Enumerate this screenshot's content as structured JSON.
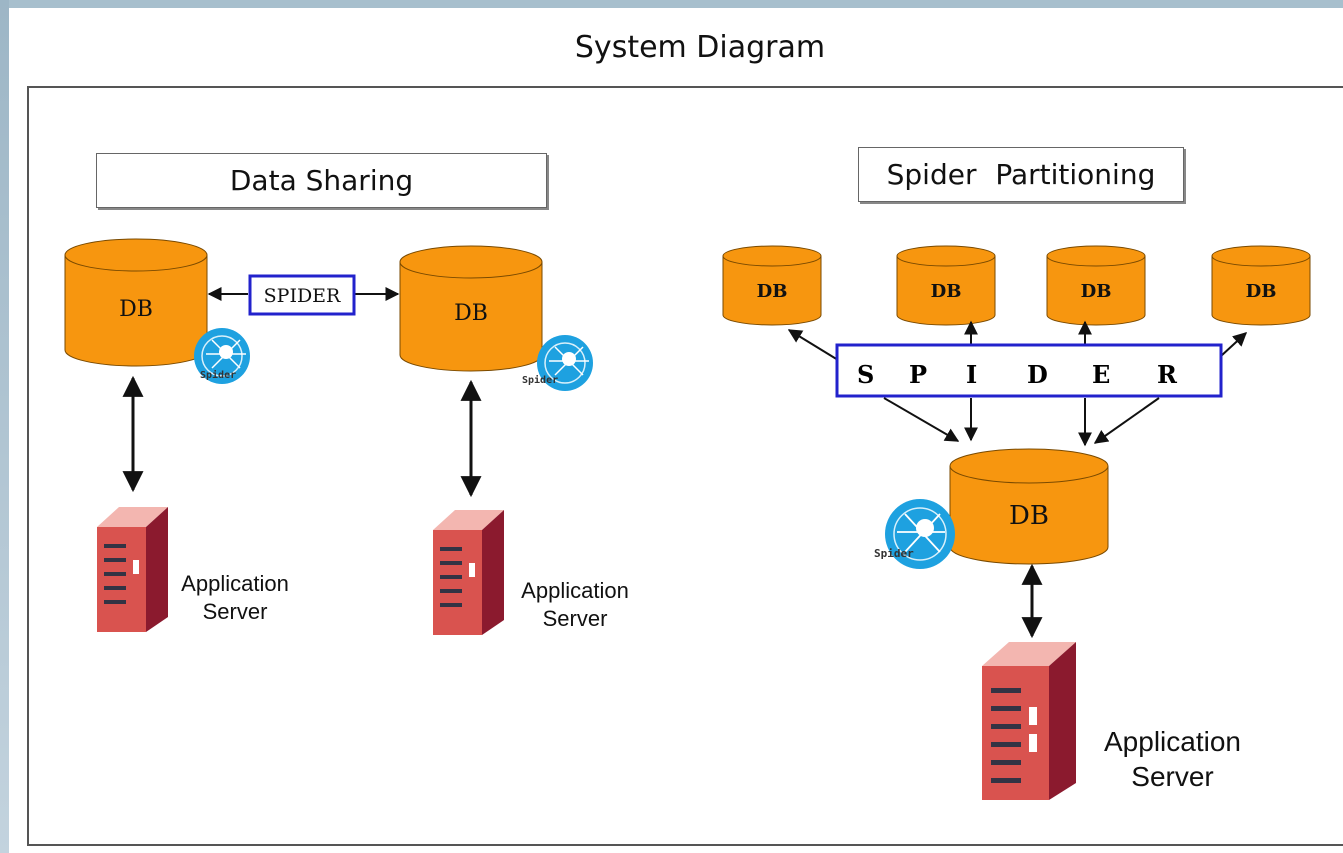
{
  "title": "System Diagram",
  "data_sharing": {
    "header": "Data Sharing",
    "db1_label": "DB",
    "db2_label": "DB",
    "spider_link_label": "SPIDER",
    "badge1_label": "Spider",
    "badge2_label": "Spider",
    "server1_label_line1": "Application",
    "server1_label_line2": "Server",
    "server2_label_line1": "Application",
    "server2_label_line2": "Server"
  },
  "spider_partitioning": {
    "header": "Spider  Partitioning",
    "shard_labels": [
      "DB",
      "DB",
      "DB",
      "DB"
    ],
    "spider_letters": [
      "S",
      "P",
      "I",
      "D",
      "E",
      "R"
    ],
    "main_db_label": "DB",
    "badge_label": "Spider",
    "server_label_line1": "Application",
    "server_label_line2": "Server"
  },
  "colors": {
    "db_fill": "#f7960f",
    "spider_box_border": "#2222cc",
    "server_front": "#d9534f",
    "server_side": "#8b1a2e",
    "badge_blue": "#1ea1e0"
  }
}
